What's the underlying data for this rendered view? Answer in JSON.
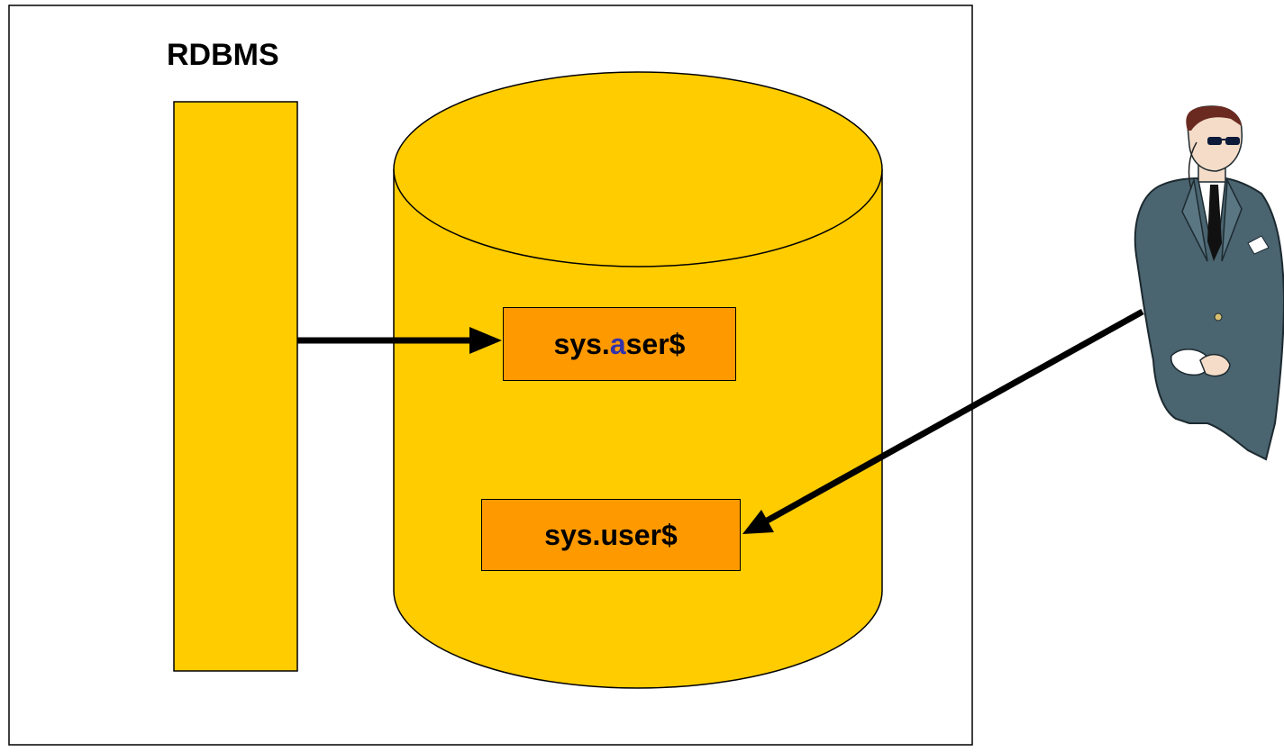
{
  "diagram": {
    "title": "RDBMS",
    "tables": {
      "aser": {
        "prefix": "sys.",
        "highlight": "a",
        "suffix": "ser$"
      },
      "user": {
        "label": "sys.user$"
      }
    },
    "colors": {
      "database_fill": "#ffcc00",
      "table_fill": "#ff9900",
      "highlight_letter": "#3333aa",
      "arrow": "#000000"
    },
    "icons": {
      "person": "security-guard-clipart-icon"
    }
  }
}
